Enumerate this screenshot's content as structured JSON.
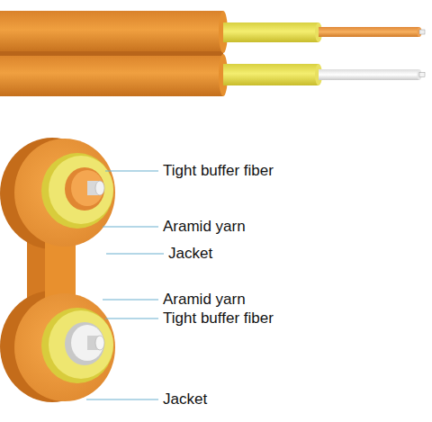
{
  "diagram": {
    "labels": [
      "Tight buffer fiber",
      "Aramid yarn",
      "Jacket",
      "Aramid yarn",
      "Tight buffer fiber",
      "Jacket"
    ]
  }
}
